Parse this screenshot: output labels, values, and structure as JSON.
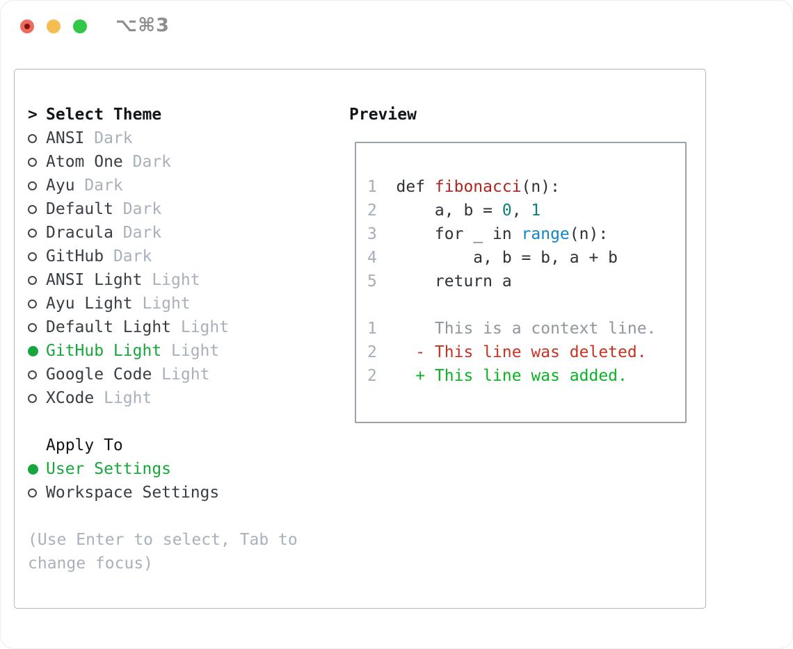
{
  "window": {
    "title_shortcut": "⌥⌘3",
    "traffic_lights": [
      "close",
      "minimize",
      "zoom"
    ]
  },
  "colors": {
    "accent_green": "#16a63b",
    "diff_added": "#09b424",
    "diff_deleted": "#c63322",
    "context": "#8e969e",
    "line_number": "#a4adb9",
    "code_text": "#2c3238",
    "function": "#ad241d",
    "number": "#0e7f78",
    "builtin": "#1285c4",
    "muted": "#a8b0bc",
    "item_text": "#383e45",
    "heading_text": "#131619"
  },
  "theme_picker": {
    "cursor": ">",
    "title": "Select Theme",
    "items": [
      {
        "name": "ANSI",
        "variant": "Dark",
        "selected": false
      },
      {
        "name": "Atom One",
        "variant": "Dark",
        "selected": false
      },
      {
        "name": "Ayu",
        "variant": "Dark",
        "selected": false
      },
      {
        "name": "Default",
        "variant": "Dark",
        "selected": false
      },
      {
        "name": "Dracula",
        "variant": "Dark",
        "selected": false
      },
      {
        "name": "GitHub",
        "variant": "Dark",
        "selected": false
      },
      {
        "name": "ANSI Light",
        "variant": "Light",
        "selected": false
      },
      {
        "name": "Ayu Light",
        "variant": "Light",
        "selected": false
      },
      {
        "name": "Default Light",
        "variant": "Light",
        "selected": false
      },
      {
        "name": "GitHub Light",
        "variant": "Light",
        "selected": true
      },
      {
        "name": "Google Code",
        "variant": "Light",
        "selected": false
      },
      {
        "name": "XCode",
        "variant": "Light",
        "selected": false
      }
    ]
  },
  "apply_to": {
    "title": "Apply To",
    "options": [
      {
        "label": "User Settings",
        "selected": true
      },
      {
        "label": "Workspace Settings",
        "selected": false
      }
    ]
  },
  "hint": {
    "lines": [
      "(Use Enter to select, Tab to",
      "change focus)"
    ]
  },
  "preview": {
    "title": "Preview",
    "lines": [
      {
        "num": "1",
        "tokens": [
          {
            "text": "def ",
            "style": "code_text"
          },
          {
            "text": "fibonacci",
            "style": "function"
          },
          {
            "text": "(n):",
            "style": "code_text"
          }
        ]
      },
      {
        "num": "2",
        "tokens": [
          {
            "text": "    a, b = ",
            "style": "code_text"
          },
          {
            "text": "0",
            "style": "number"
          },
          {
            "text": ", ",
            "style": "code_text"
          },
          {
            "text": "1",
            "style": "number"
          }
        ]
      },
      {
        "num": "3",
        "tokens": [
          {
            "text": "    for _ in ",
            "style": "code_text"
          },
          {
            "text": "range",
            "style": "builtin"
          },
          {
            "text": "(n):",
            "style": "code_text"
          }
        ]
      },
      {
        "num": "4",
        "tokens": [
          {
            "text": "        a, b = b, a + b",
            "style": "code_text"
          }
        ]
      },
      {
        "num": "5",
        "tokens": [
          {
            "text": "    return a",
            "style": "code_text"
          }
        ]
      },
      {
        "num": "",
        "tokens": []
      },
      {
        "num": "1",
        "tokens": [
          {
            "text": "    This is a context line.",
            "style": "context"
          }
        ]
      },
      {
        "num": "2",
        "tokens": [
          {
            "text": "  - This line was deleted.",
            "style": "diff_deleted"
          }
        ]
      },
      {
        "num": "2",
        "tokens": [
          {
            "text": "  + This line was added.",
            "style": "diff_added"
          }
        ]
      }
    ]
  }
}
